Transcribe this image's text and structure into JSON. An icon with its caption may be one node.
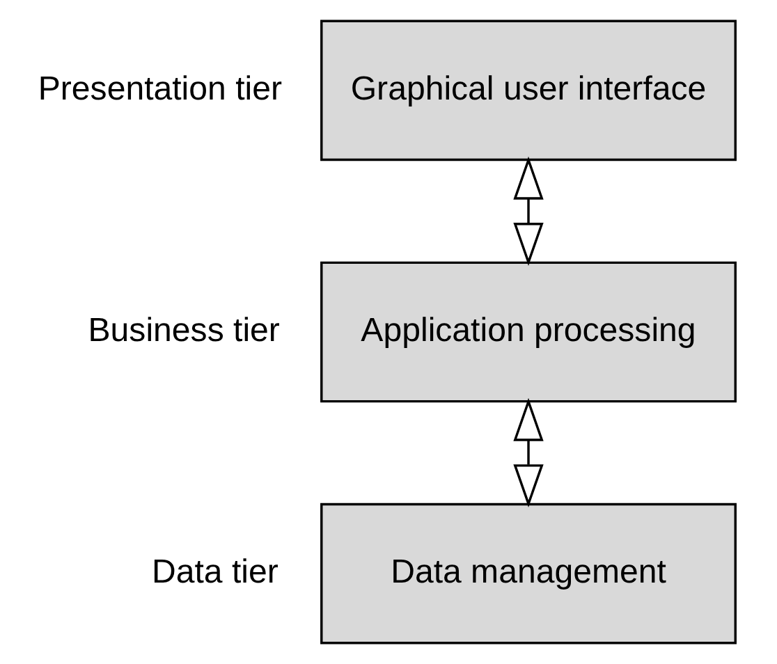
{
  "diagram": {
    "nodes": [
      {
        "text": [
          "Graphical user interface"
        ],
        "beside": [
          "Presentation tier"
        ]
      },
      {
        "text": [
          "Application processing"
        ],
        "beside": [
          "Business tier"
        ]
      },
      {
        "text": [
          "Data management"
        ],
        "beside": [
          "Data tier"
        ]
      }
    ],
    "edges": [
      {
        "from": 0,
        "to": 1,
        "arrow": "both"
      },
      {
        "from": 1,
        "to": 2,
        "arrow": "both"
      }
    ]
  }
}
